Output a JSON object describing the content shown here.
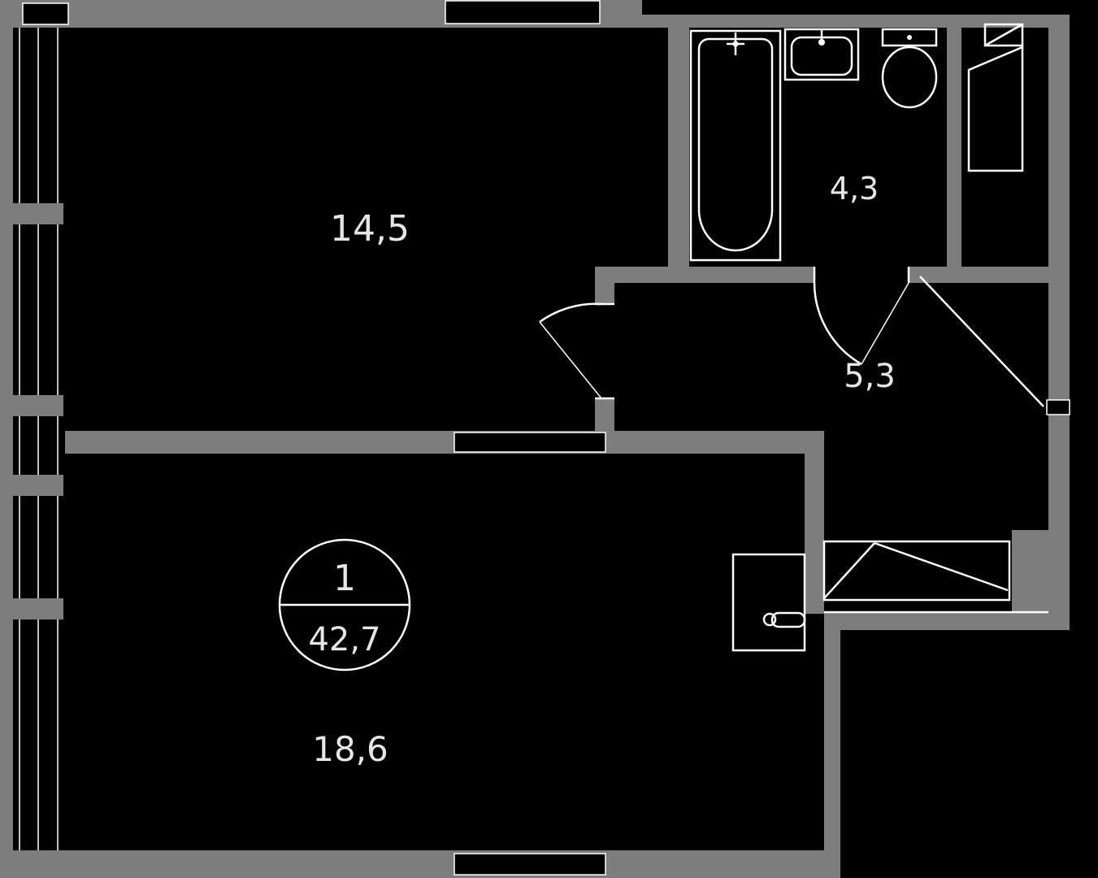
{
  "plan": {
    "rooms": {
      "bedroom": {
        "label": "14,5"
      },
      "bathroom": {
        "label": "4,3"
      },
      "hallway": {
        "label": "5,3"
      },
      "living": {
        "label": "18,6"
      }
    },
    "badge": {
      "rooms_count": "1",
      "total_area": "42,7"
    },
    "fixtures": [
      "bathtub",
      "sink",
      "toilet",
      "entry-wardrobe",
      "built-in-wardrobe",
      "washing-machine"
    ]
  },
  "colors": {
    "bg": "#000000",
    "wall": "#7d7d7d",
    "line": "#ffffff",
    "label": "#e6e6e6"
  }
}
